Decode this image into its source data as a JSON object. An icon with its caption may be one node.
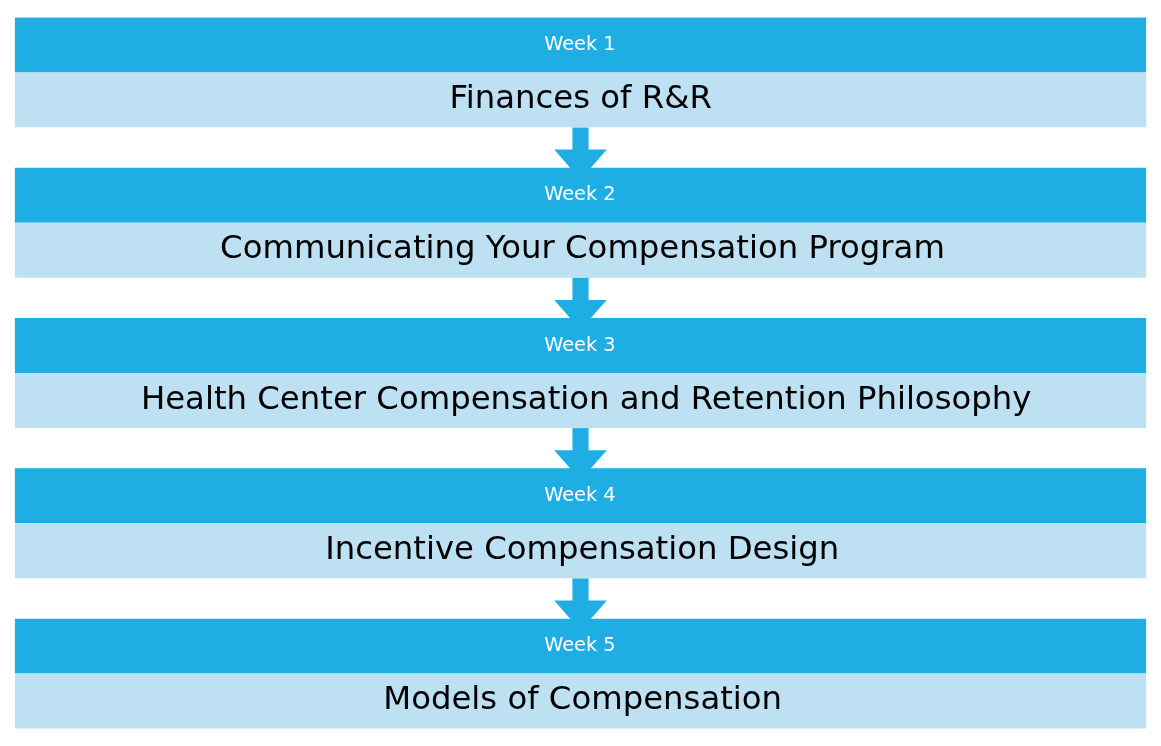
{
  "diagram": {
    "nodes": [
      {
        "text": [
          "Week 1",
          "Finances of R&R"
        ]
      },
      {
        "text": [
          "Week 2",
          "Communicating Your Compensation Program"
        ]
      },
      {
        "text": [
          "Week 3",
          "Health Center Compensation and Retention Philosophy"
        ]
      },
      {
        "text": [
          "Week 4",
          "Incentive Compensation Design"
        ]
      },
      {
        "text": [
          "Week 5",
          "Models of Compensation"
        ]
      }
    ],
    "edges": [
      {
        "from": 0,
        "to": 1,
        "arrow": "to"
      },
      {
        "from": 1,
        "to": 2,
        "arrow": "to"
      },
      {
        "from": 2,
        "to": 3,
        "arrow": "to"
      },
      {
        "from": 3,
        "to": 4,
        "arrow": "to"
      }
    ]
  }
}
